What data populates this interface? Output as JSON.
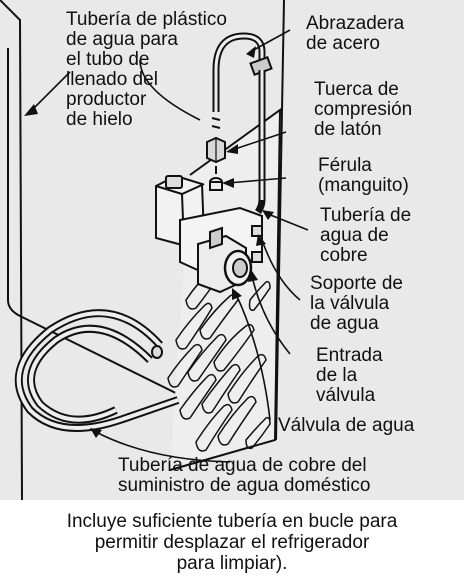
{
  "labels": {
    "plastic_tube": [
      "Tubería de plástico",
      "de agua para",
      "el tubo de",
      "llenado del",
      "productor",
      "de hielo"
    ],
    "steel_clamp": [
      "Abrazadera",
      "de acero"
    ],
    "brass_nut": [
      "Tuerca de",
      "compresión",
      "de latón"
    ],
    "ferrule": [
      "Férula",
      "(manguito)"
    ],
    "copper_tube": [
      "Tubería de",
      "agua de",
      "cobre"
    ],
    "valve_bracket": [
      "Soporte de",
      "la válvula",
      "de agua"
    ],
    "valve_inlet": [
      "Entrada",
      "de la",
      "válvula"
    ],
    "water_valve": [
      "Válvula de agua"
    ],
    "supply_line": [
      "Tubería de agua de cobre del",
      "suministro de agua doméstico"
    ]
  },
  "caption": [
    "Incluye suficiente tubería en bucle para",
    "permitir desplazar el refrigerador",
    "para limpiar)."
  ]
}
